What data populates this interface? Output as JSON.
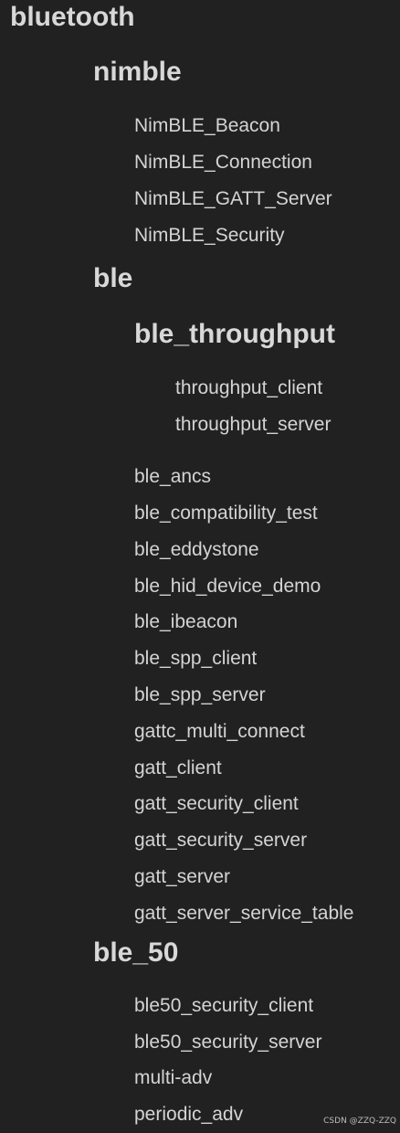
{
  "doc": {
    "title": "bluetooth",
    "nimble": {
      "heading": "nimble",
      "items": [
        "NimBLE_Beacon",
        "NimBLE_Connection",
        "NimBLE_GATT_Server",
        "NimBLE_Security"
      ]
    },
    "ble": {
      "heading": "ble",
      "throughput": {
        "heading": "ble_throughput",
        "items": [
          "throughput_client",
          "throughput_server"
        ]
      },
      "items": [
        "ble_ancs",
        "ble_compatibility_test",
        "ble_eddystone",
        "ble_hid_device_demo",
        "ble_ibeacon",
        "ble_spp_client",
        "ble_spp_server",
        "gattc_multi_connect",
        "gatt_client",
        "gatt_security_client",
        "gatt_security_server",
        "gatt_server",
        "gatt_server_service_table"
      ]
    },
    "ble50": {
      "heading": "ble_50",
      "items": [
        "ble50_security_client",
        "ble50_security_server",
        "multi-adv",
        "periodic_adv"
      ]
    }
  },
  "watermark": "CSDN @ZZQ-ZZQ"
}
